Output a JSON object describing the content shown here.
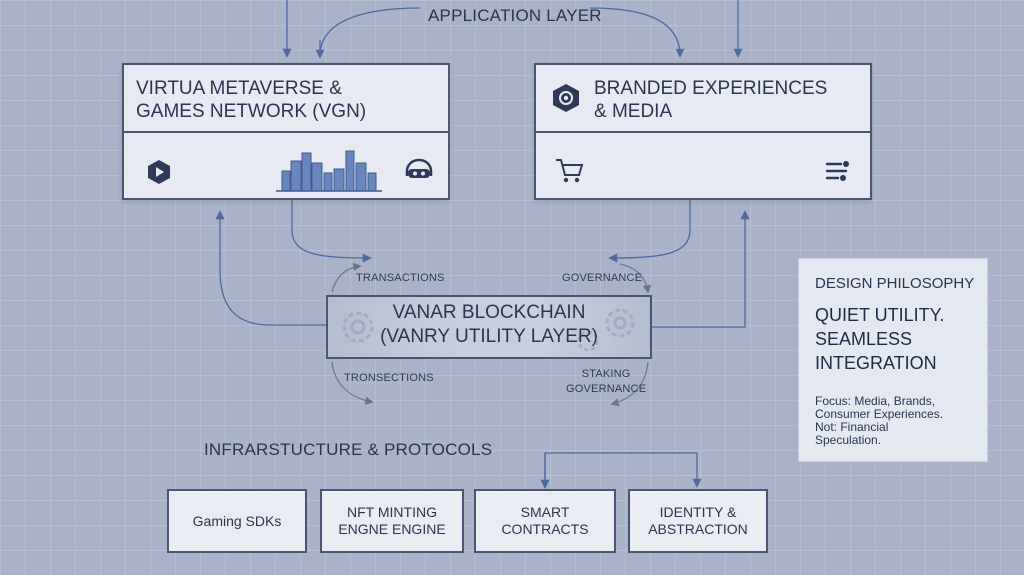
{
  "header": {
    "title": "APPLICATION LAYER"
  },
  "left_box": {
    "title_line1": "VIRTUA METAVERSE &",
    "title_line2": "GAMES NETWORK (VGN)",
    "icons": [
      "play-icon",
      "city-skyline-icon",
      "vr-headset-icon"
    ]
  },
  "right_box": {
    "title_line1": "BRANDED EXPERIENCES",
    "title_line2": "& MEDIA",
    "icons": [
      "hexagon-badge-icon",
      "shopping-cart-icon",
      "list-settings-icon"
    ]
  },
  "core": {
    "title_line1": "VANAR BLOCKCHAIN",
    "title_line2": "(VANRY UTILITY LAYER)",
    "label_top_left": "TRANSACTIONS",
    "label_top_right": "GOVERNANCE",
    "label_bottom_left": "TRONSECTIONS",
    "label_bottom_right_line1": "STAKING",
    "label_bottom_right_line2": "GOVERNANCE"
  },
  "philosophy": {
    "heading": "DESIGN PHILOSOPHY",
    "quote_line1": "QUIET UTILITY.",
    "quote_line2": "SEAMLESS",
    "quote_line3": "INTEGRATION",
    "note_line1": "Focus: Media, Brands,",
    "note_line2": "Consumer Experiences.",
    "note_line3": "Not: Financial",
    "note_line4": "Speculation."
  },
  "infrastructure": {
    "title": "INFRARSTUCTURE & PROTOCOLS",
    "items": [
      {
        "line1": "Gaming SDKs",
        "line2": ""
      },
      {
        "line1": "NFT MINTING",
        "line2": "ENGNE ENGINE"
      },
      {
        "line1": "SMART",
        "line2": "CONTRACTS"
      },
      {
        "line1": "IDENTITY &",
        "line2": "ABSTRACTION"
      }
    ]
  },
  "colors": {
    "line": "#4f6aa0",
    "box_border": "#4a5670",
    "background": "#a9b2c8",
    "text": "#2a3550"
  }
}
